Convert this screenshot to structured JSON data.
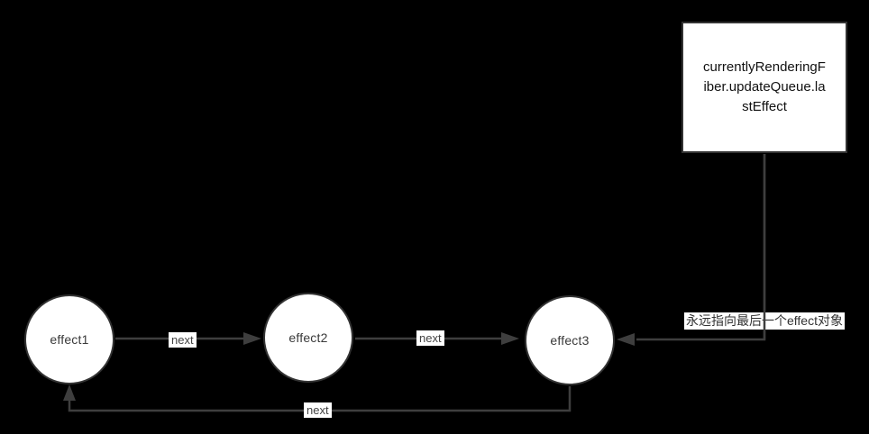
{
  "diagram": {
    "colors": {
      "background": "#000000",
      "line": "#3e3e3e",
      "node_fill": "#ffffff",
      "node_border": "#333333",
      "label_bg": "#ffffff"
    },
    "pointer_box": {
      "full_text": "currentlyRenderingFiber.updateQueue.lastEffect",
      "lines": [
        "currentlyRenderingF",
        "iber.updateQueue.la",
        "stEffect"
      ]
    },
    "annotation": "永远指向最后一个effect对象",
    "nodes": [
      {
        "label": "effect1"
      },
      {
        "label": "effect2"
      },
      {
        "label": "effect3"
      }
    ],
    "edge_labels": [
      {
        "label": "next"
      },
      {
        "label": "next"
      },
      {
        "label": "next"
      }
    ]
  }
}
